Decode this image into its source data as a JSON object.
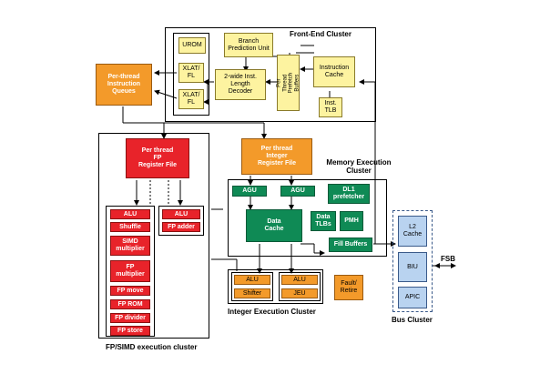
{
  "clusters": {
    "front_end": "Front-End Cluster",
    "memory_execution": "Memory Execution\nCluster",
    "integer_execution": "Integer Execution Cluster",
    "fp_simd": "FP/SIMD execution cluster",
    "bus": "Bus Cluster"
  },
  "front_end": {
    "urom": "UROM",
    "branch_prediction": "Branch\nPrediction Unit",
    "xlat_fl_1": "XLAT/\nFL",
    "xlat_fl_2": "XLAT/\nFL",
    "length_decoder": "2-wide Inst.\nLength\nDecoder",
    "prefetch_buffers": "Per Thread\nPrefetch Buffers",
    "instruction_cache": "Instruction\nCache",
    "inst_tlb": "Inst.\nTLB"
  },
  "instruction_queues": "Per-thread\nInstruction\nQueues",
  "fp_register_file": "Per thread\nFP\nRegister File",
  "integer_register_file": "Per thread\nInteger\nRegister File",
  "fp_units_left": [
    "ALU",
    "Shuffle",
    "SIMD\nmultiplier",
    "FP\nmultiplier",
    "FP move",
    "FP ROM",
    "FP divider",
    "FP store"
  ],
  "fp_units_right": [
    "ALU",
    "FP adder"
  ],
  "memory": {
    "agu_1": "AGU",
    "agu_2": "AGU",
    "dl1_prefetcher": "DL1\nprefetcher",
    "data_cache": "Data\nCache",
    "data_tlbs": "Data\nTLBs",
    "pmh": "PMH",
    "fill_buffers": "Fill Buffers"
  },
  "integer_units": {
    "alu_1": "ALU",
    "shifter": "Shifter",
    "alu_2": "ALU",
    "jeu": "JEU"
  },
  "fault_retire": "Fault/\nRetire",
  "bus": {
    "l2_cache": "L2\nCache",
    "biu": "BIU",
    "apic": "APIC",
    "fsb": "FSB"
  },
  "colors": {
    "front_end": "#fdf3a0",
    "scheduling": "#f39a2a",
    "fp": "#e8232a",
    "memory": "#0f8a55",
    "bus": "#b9d3f0"
  }
}
